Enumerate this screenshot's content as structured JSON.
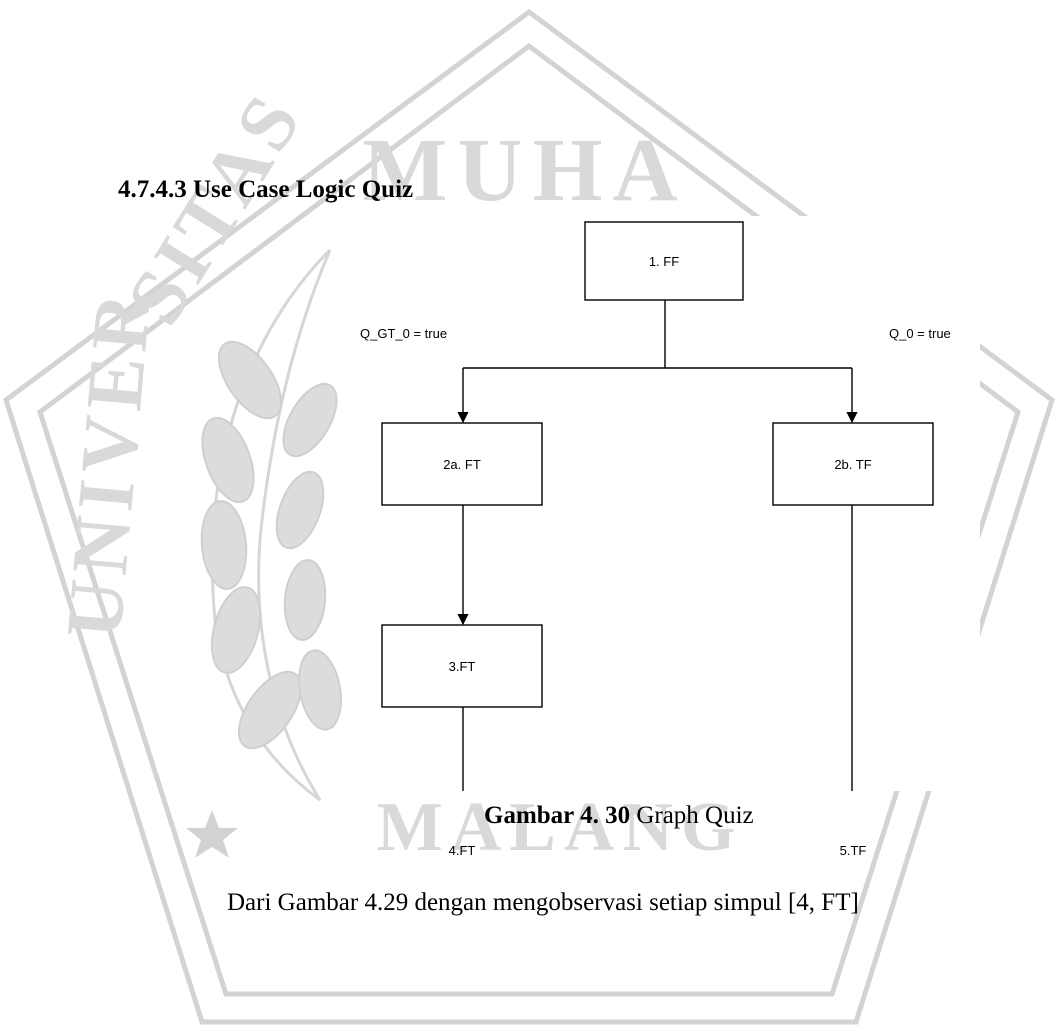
{
  "watermark": {
    "top_text": "MUHAMMADIYAH",
    "left_text": "UNIVERSITAS",
    "bottom_text": "MALANG"
  },
  "heading": "4.7.4.3 Use Case Logic Quiz",
  "diagram": {
    "nodes": [
      {
        "id": "n1",
        "label": "1. FF"
      },
      {
        "id": "n2a",
        "label": "2a. FT"
      },
      {
        "id": "n2b",
        "label": "2b. TF"
      },
      {
        "id": "n3",
        "label": "3.FT"
      },
      {
        "id": "n4",
        "label": "4.FT"
      },
      {
        "id": "n5",
        "label": "5.TF"
      }
    ],
    "edges": [
      {
        "from": "n1",
        "to": "n2a",
        "condition": "Q_GT_0 = true"
      },
      {
        "from": "n1",
        "to": "n2b",
        "condition": "Q_0 = true"
      },
      {
        "from": "n2a",
        "to": "n3"
      },
      {
        "from": "n3",
        "to": "n4"
      },
      {
        "from": "n2b",
        "to": "n5"
      }
    ]
  },
  "caption": {
    "label": "Gambar 4. 30",
    "text": " Graph Quiz"
  },
  "paragraph": "Dari Gambar 4.29 dengan mengobservasi setiap simpul [4, FT]"
}
